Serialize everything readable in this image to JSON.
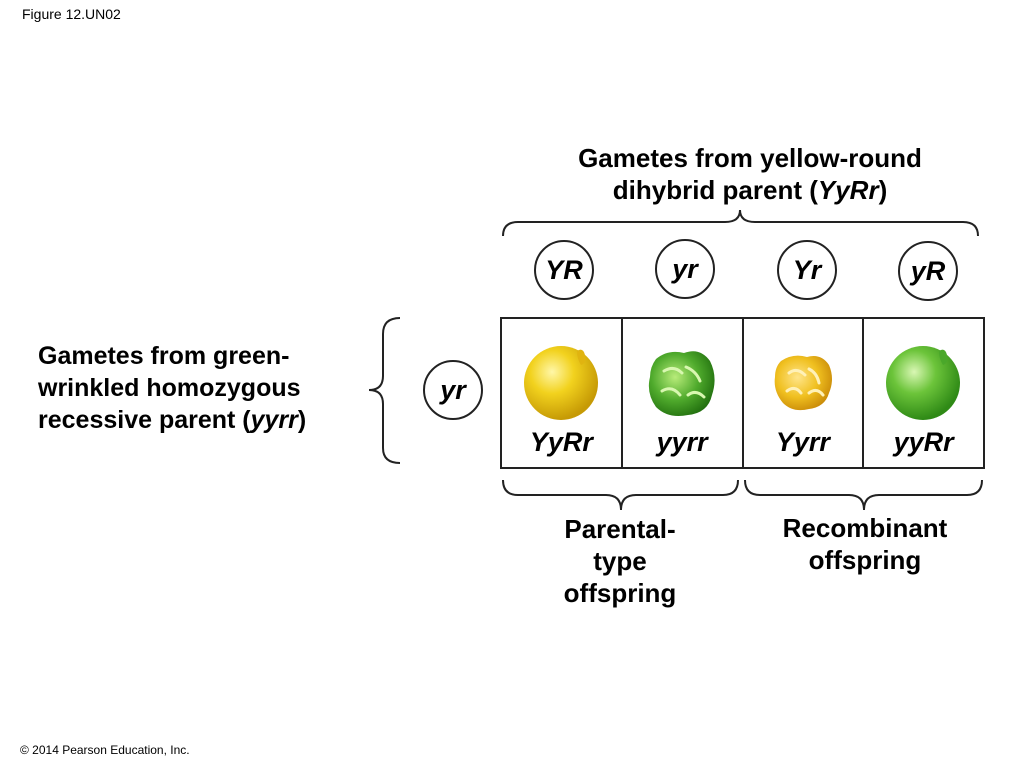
{
  "figure_label": "Figure 12.UN02",
  "copyright": "© 2014 Pearson Education, Inc.",
  "top_title": {
    "line1": "Gametes from yellow-round",
    "line2_prefix": "dihybrid parent (",
    "line2_genotype": "YyRr",
    "line2_suffix": ")"
  },
  "left_title": {
    "line1": "Gametes from green-",
    "line2": "wrinkled homozygous",
    "line3_prefix": "recessive parent (",
    "line3_genotype": "yyrr",
    "line3_suffix": ")"
  },
  "top_gametes": [
    "YR",
    "yr",
    "Yr",
    "yR"
  ],
  "left_gamete": "yr",
  "offspring": [
    {
      "genotype": "YyRr",
      "phenotype": "yellow-round",
      "color": "#f2d21e"
    },
    {
      "genotype": "yyrr",
      "phenotype": "green-wrinkled",
      "color": "#4faa2c"
    },
    {
      "genotype": "Yyrr",
      "phenotype": "yellow-wrinkled",
      "color": "#f0c020"
    },
    {
      "genotype": "yyRr",
      "phenotype": "green-round",
      "color": "#6cc43a"
    }
  ],
  "parental_label": {
    "line1": "Parental-",
    "line2": "type",
    "line3": "offspring"
  },
  "recombinant_label": {
    "line1": "Recombinant",
    "line2": "offspring"
  }
}
